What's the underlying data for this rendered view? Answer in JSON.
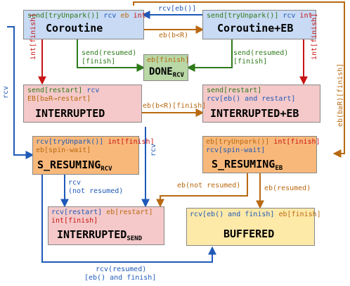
{
  "colors": {
    "blue": "#1f59b8",
    "red": "#c81414",
    "green": "#2e7a1a",
    "orange": "#b8690f",
    "box_blue": "#c8daf4",
    "box_green": "#b9d8a6",
    "box_pink": "#f5c9c9",
    "box_orange": "#f8b87a",
    "box_yellow": "#fde9a8"
  },
  "nodes": {
    "coroutine": {
      "line1_a": "send[tryUnpark()]",
      "line1_b": "rcv",
      "line1_c": "eb",
      "line1_d": "int",
      "title": "Coroutine"
    },
    "coroutine_eb": {
      "line1_a": "send[tryUnpark()]",
      "line1_b": "rcv",
      "line1_c": "int",
      "title": "Coroutine+EB"
    },
    "done": {
      "line1": "eb[finish]",
      "title": "DONE",
      "sub": "RCV"
    },
    "interrupted": {
      "line1_a": "send[restart]",
      "line1_b": "rcv",
      "line2": "EB[b≥R→restart]",
      "title": "INTERRUPTED"
    },
    "interrupted_eb": {
      "line1": "send[restart]",
      "line2": "rcv[eb() and restart]",
      "title": "INTERRUPTED+EB"
    },
    "s_resuming_rcv": {
      "line1_a": "rcv[tryUnpark()]",
      "line1_b": "int[finish]",
      "line2": "eb[spin-wait]",
      "title": "S_RESUMING",
      "sub": "RCV"
    },
    "s_resuming_eb": {
      "line1_a": "eb[tryUnpark()]",
      "line1_b": "int[finish]",
      "line2": "rcv[spin-wait]",
      "title": "S_RESUMING",
      "sub": "EB"
    },
    "interrupted_send": {
      "line1_a": "rcv[restart]",
      "line1_b": "eb[restart]",
      "line2": "int[finish]",
      "title": "INTERRUPTED",
      "sub": "SEND"
    },
    "buffered": {
      "line1_a": "rcv[eb() and finish]",
      "line1_b": "eb[finish]",
      "title": "BUFFERED"
    }
  },
  "edges": {
    "rcv_eb": "rcv[eb()]",
    "eb_b_lt_r": "eb(b<R)",
    "send_resumed_left_1": "send(resumed)",
    "send_resumed_left_2": "[finish]",
    "send_resumed_right_1": "send(resumed)",
    "send_resumed_right_2": "[finish]",
    "int_finish_left": "int[finish]",
    "int_finish_right": "int[finish]",
    "rcv_left": "rcv",
    "eb_b_lt_r_finish": "eb(b<R)[finish]",
    "eb_b_ge_r_finish": "eb(b≥R)[finish]",
    "rcv_down": "rcv",
    "rcv_not_resumed_1": "rcv",
    "rcv_not_resumed_2": "(not resumed)",
    "eb_not_resumed": "eb(not resumed)",
    "eb_resumed": "eb(resumed)",
    "rcv_resumed_1": "rcv(resumed)",
    "rcv_resumed_2": "[eb() and finish]"
  }
}
